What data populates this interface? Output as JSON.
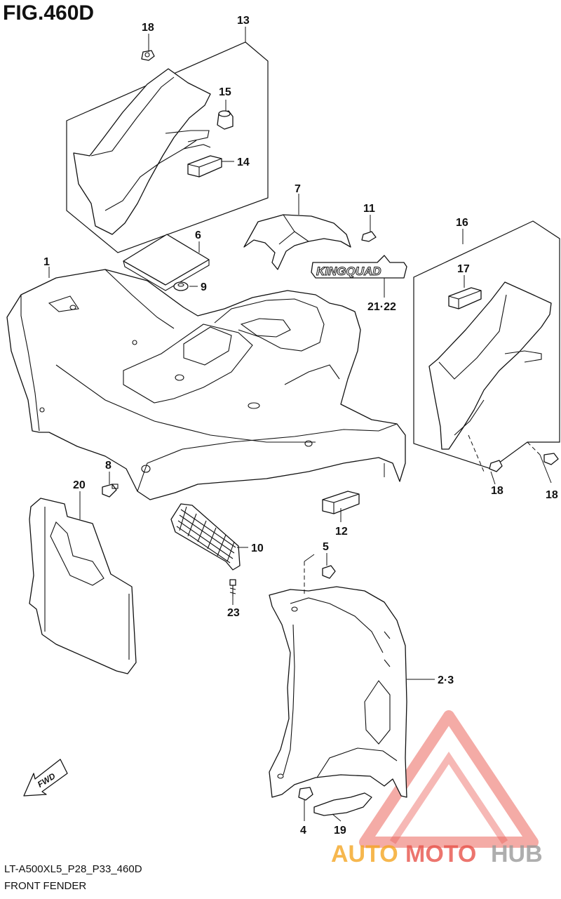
{
  "figure": {
    "title": "FIG.460D",
    "model_code": "LT-A500XL5_P28_P33_460D",
    "section_name": "FRONT FENDER"
  },
  "callouts": {
    "c1": "1",
    "c2_3": "2·3",
    "c4": "4",
    "c5": "5",
    "c6": "6",
    "c7": "7",
    "c8": "8",
    "c9": "9",
    "c10": "10",
    "c11": "11",
    "c12": "12",
    "c13": "13",
    "c14": "14",
    "c15": "15",
    "c16": "16",
    "c17": "17",
    "c18_top": "18",
    "c18_mid": "18",
    "c18_right": "18",
    "c19": "19",
    "c20": "20",
    "c21_22": "21·22",
    "c23": "23"
  },
  "decal": {
    "text": "KINGQUAD"
  },
  "fwd_arrow": {
    "text": "FWD"
  },
  "watermark": {
    "auto": "AUTO",
    "moto": "MOTO",
    "hub": "HUB",
    "colors": {
      "red": "#e8534a",
      "orange": "#f5a623",
      "gray": "#9a9a9a"
    }
  }
}
